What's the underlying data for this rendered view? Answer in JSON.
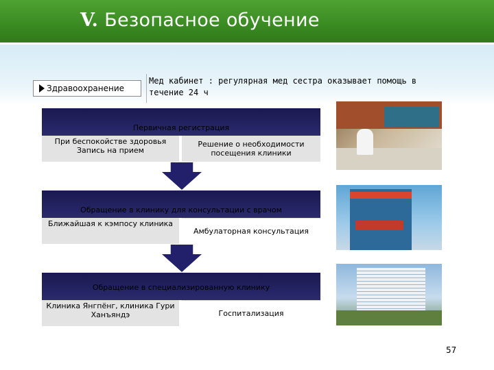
{
  "header": {
    "title_num": "V.",
    "title_text": "Безопасное обучение"
  },
  "tag": {
    "label": "Здравоохранение"
  },
  "intro": {
    "text": "Мед кабинет : регулярная мед сестра оказывает помощь в течение 24 ч"
  },
  "flow": [
    {
      "title": "Первичная регистрация",
      "left": "При беспокойстве здоровья Запись на прием",
      "right": "Решение о необходимости посещения клиники"
    },
    {
      "title": "Обращение в клинику для консультации с врачом",
      "left": "Ближайшая к кэмпосу клиника",
      "right": "Амбулаторная консультация"
    },
    {
      "title": "Обращение в специализированную клинику",
      "left": "Клиника Янгпёнг, клиника Гури Ханъяндэ",
      "right": "Госпитализация"
    }
  ],
  "page_number": "57"
}
